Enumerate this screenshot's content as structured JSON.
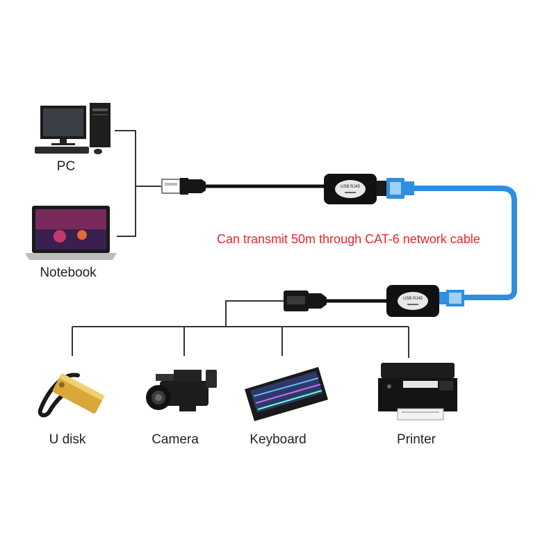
{
  "caption": {
    "text": "Can transmit 50m through CAT-6 network cable",
    "color": "#e8262a"
  },
  "devices": {
    "pc": "PC",
    "notebook": "Notebook",
    "udisk": "U disk",
    "camera": "Camera",
    "keyboard": "Keyboard",
    "printer": "Printer"
  },
  "extender": {
    "label": "USB RJ45",
    "body_color": "#111111"
  },
  "colors": {
    "lines": "#222222",
    "network_cable": "#2e8fe0",
    "cable": "#111111",
    "udisk_gold": "#d9a73a"
  }
}
